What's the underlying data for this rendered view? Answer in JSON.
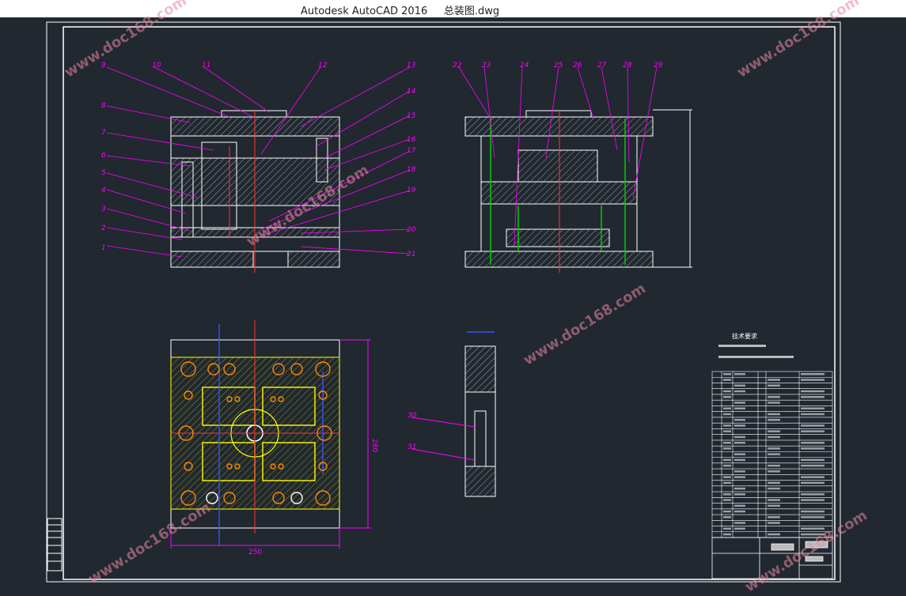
{
  "window": {
    "title": "Autodesk AutoCAD 2016     总装图.dwg"
  },
  "drawing": {
    "balloons_left": [
      "1",
      "2",
      "3",
      "4",
      "5",
      "6",
      "7",
      "8",
      "9",
      "10",
      "11",
      "12",
      "13",
      "14",
      "15",
      "16",
      "17",
      "18",
      "19",
      "20",
      "21"
    ],
    "balloons_right": [
      "22",
      "23",
      "24",
      "25",
      "26",
      "27",
      "28",
      "29"
    ],
    "balloons_section": [
      "30",
      "31"
    ],
    "dim_width": "250",
    "dim_height": "280",
    "tech_requirements_title": "技术要求"
  },
  "watermark": "www.doc168.com",
  "colors": {
    "background": "#212830",
    "geometry": "#ffffff",
    "leader": "#ff00ff",
    "centerline": "#ff3333",
    "parts": "#ffff00",
    "holes": "#ff8800"
  }
}
